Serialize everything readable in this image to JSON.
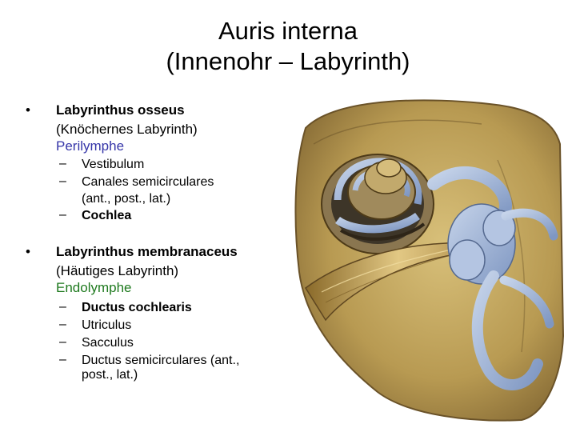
{
  "title": {
    "line1": "Auris interna",
    "line2": "(Innenohr – Labyrinth)"
  },
  "section1": {
    "bullet": "•",
    "heading": "Labyrinthus osseus",
    "subtitle": "(Knöchernes Labyrinth)",
    "fluid": "Perilymphe",
    "items": [
      {
        "dash": "–",
        "text": "Vestibulum"
      },
      {
        "dash": "–",
        "text": "Canales semicirculares",
        "cont": "(ant., post., lat.)"
      },
      {
        "dash": "–",
        "text": "Cochlea"
      }
    ]
  },
  "section2": {
    "bullet": "•",
    "heading": "Labyrinthus membranaceus",
    "subtitle": "(Häutiges Labyrinth)",
    "fluid": "Endolymphe",
    "items": [
      {
        "dash": "–",
        "text": "Ductus cochlearis"
      },
      {
        "dash": "–",
        "text": "Utriculus"
      },
      {
        "dash": "–",
        "text": "Sacculus"
      },
      {
        "dash": "–",
        "text": "Ductus semicirculares (ant.,",
        "cont": "post., lat.)"
      }
    ]
  },
  "colors": {
    "perilymphe": "#3535a8",
    "endolymphe": "#1f7a1f",
    "bone": "#b89a52",
    "membrane": "#9fb4d6"
  },
  "figure": {
    "icon": "inner-ear-labyrinth-illustration"
  }
}
